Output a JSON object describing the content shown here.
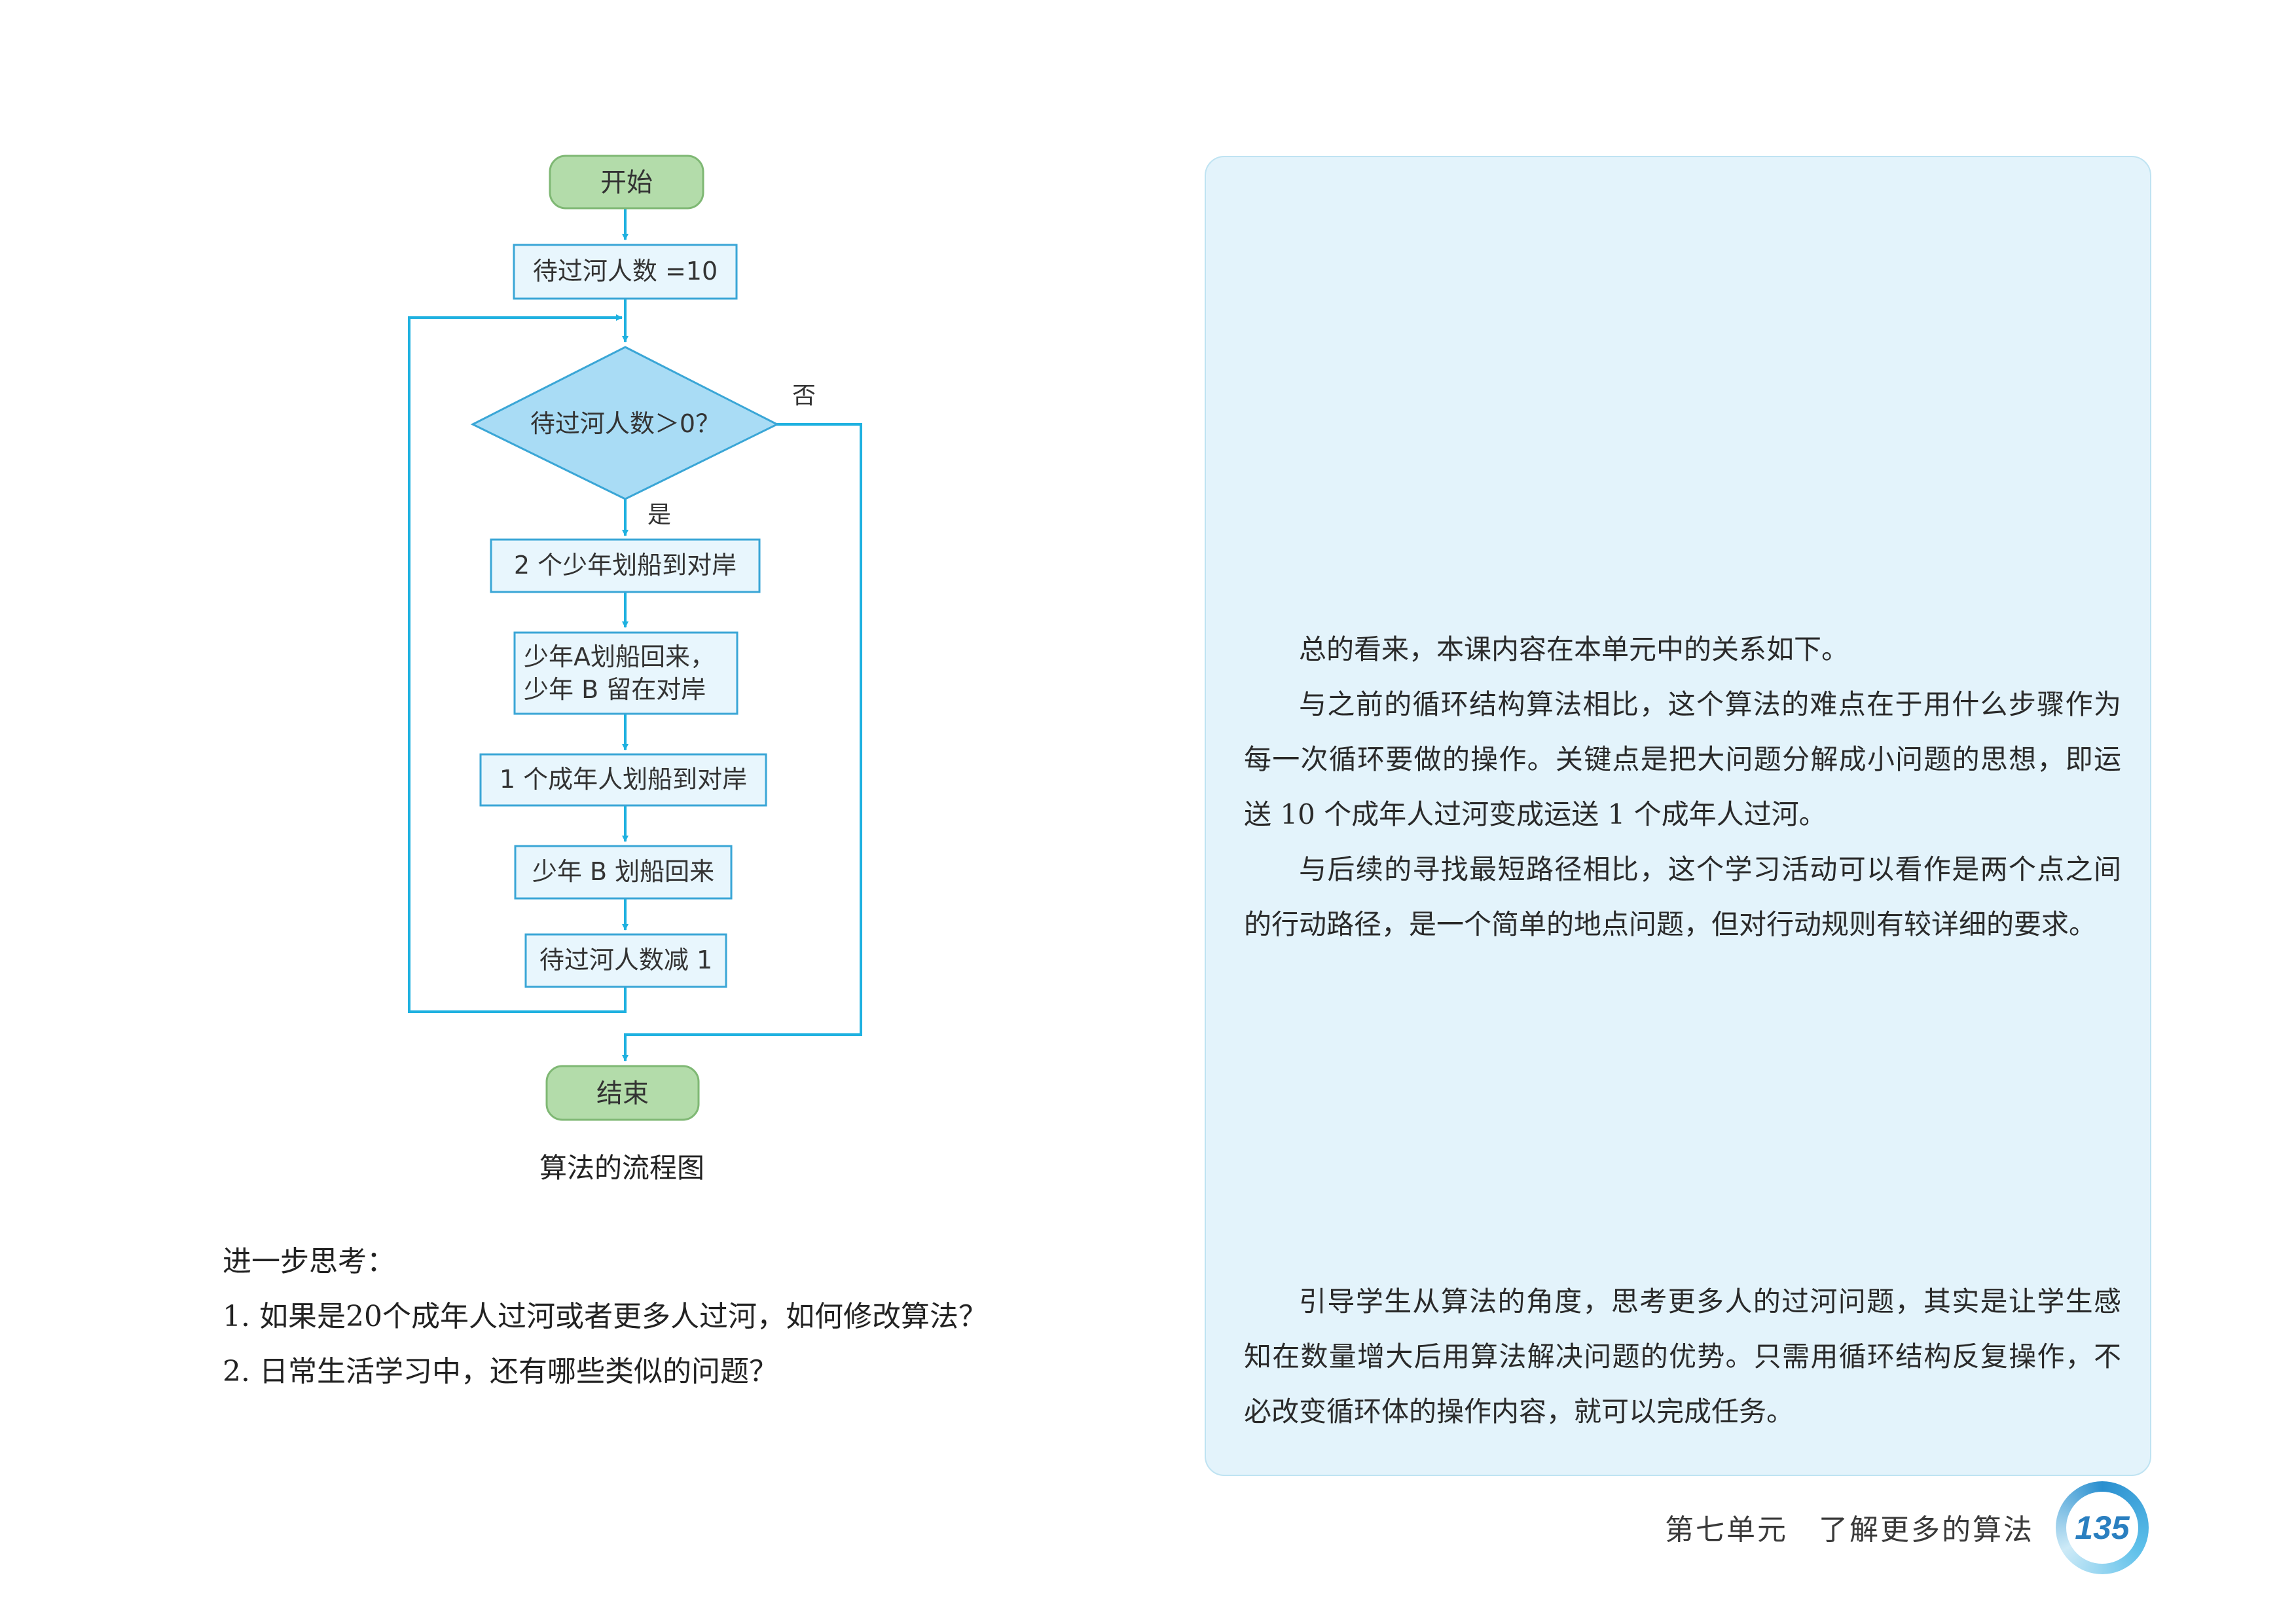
{
  "flowchart": {
    "start": "开始",
    "init": "待过河人数 =10",
    "decision": "待过河人数＞0？",
    "yes": "是",
    "no": "否",
    "step1": "2 个少年划船到对岸",
    "step2_line1": "少年A划船回来，",
    "step2_line2": "少年 B 留在对岸",
    "step3": "1 个成年人划船到对岸",
    "step4": "少年 B 划船回来",
    "step5": "待过河人数减 1",
    "end": "结束",
    "caption": "算法的流程图"
  },
  "further_thinking": {
    "title": "进一步思考：",
    "q1": "1. 如果是20个成年人过河或者更多人过河，如何修改算法？",
    "q2": "2. 日常生活学习中，还有哪些类似的问题？"
  },
  "notes": {
    "p1": "总的看来，本课内容在本单元中的关系如下。",
    "p2": "与之前的循环结构算法相比，这个算法的难点在于用什么步骤作为每一次循环要做的操作。关键点是把大问题分解成小问题的思想，即运送 10 个成年人过河变成运送 1 个成年人过河。",
    "p3": "与后续的寻找最短路径相比，这个学习活动可以看作是两个点之间的行动路径，是一个简单的地点问题，但对行动规则有较详细的要求。",
    "p4": "引导学生从算法的角度，思考更多人的过河问题，其实是让学生感知在数量增大后用算法解决问题的优势。只需用循环结构反复操作，不必改变循环体的操作内容，就可以完成任务。"
  },
  "footer": {
    "unit": "第七单元　了解更多的算法",
    "page": "135"
  },
  "colors": {
    "terminal_fill": "#b3dcaa",
    "terminal_stroke": "#7fb874",
    "process_fill": "#e8f6fd",
    "process_stroke": "#3aa6d6",
    "decision_fill": "#a9dcf5",
    "arrow": "#1fb1e0",
    "panel": "#e3f3fb"
  }
}
